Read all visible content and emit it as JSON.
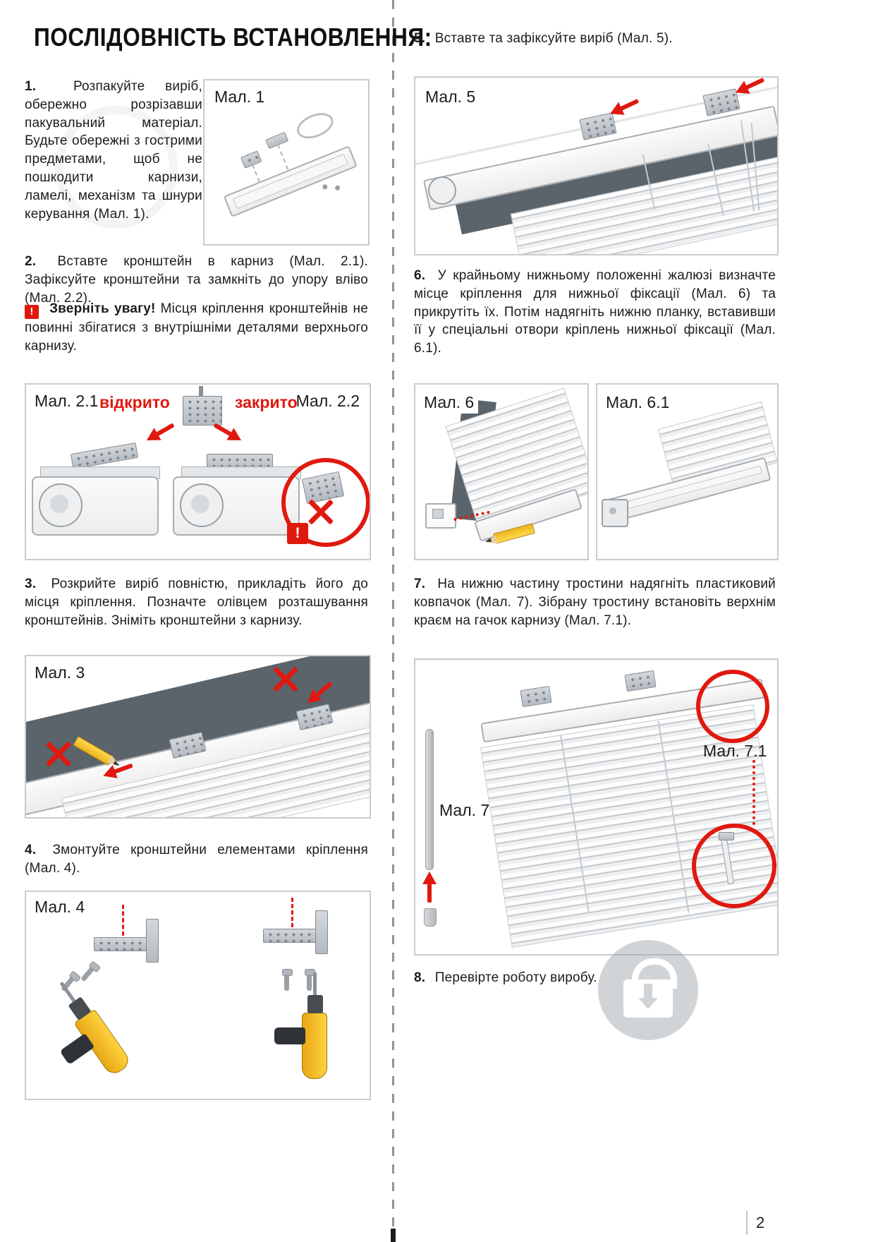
{
  "page": {
    "title": "ПОСЛІДОВНІСТЬ ВСТАНОВЛЕННЯ:",
    "number": "2"
  },
  "colors": {
    "accent_red": "#e0190f",
    "illustration_dark_gray": "#5b636b",
    "figure_border_gray": "#cbcbcb",
    "drill_yellow": "#f7c21d"
  },
  "symbols": {
    "exclamation": "!"
  },
  "left": {
    "step1": {
      "num": "1.",
      "text": "Розпакуйте виріб, обережно розрізавши пакувальний матеріал. Будьте обережні з гострими предметами, щоб не пошкодити карнизи, ламелі, механізм та шнури керування (Мал. 1)."
    },
    "fig1": {
      "label": "Мал. 1"
    },
    "step2": {
      "num": "2.",
      "text": "Вставте кронштейн в карниз (Мал. 2.1). Зафіксуйте кронштейни та замкніть до упору вліво (Мал. 2.2)."
    },
    "warning": {
      "title": "Зверніть увагу!",
      "text": "Місця кріплення кронштейнів не повинні збігатися з внутрішніми деталями верхнього карнизу."
    },
    "fig2": {
      "label_21": "Мал. 2.1",
      "open_label": "відкрито",
      "closed_label": "закрито",
      "label_22": "Мал. 2.2"
    },
    "step3": {
      "num": "3.",
      "text": "Розкрийте виріб повністю, прикладіть його до місця кріплення. Позначте олівцем розташування кронштейнів. Зніміть кронштейни з карнизу."
    },
    "fig3": {
      "label": "Мал. 3"
    },
    "step4": {
      "num": "4.",
      "text": "Змонтуйте кронштейни елементами кріплення (Мал. 4)."
    },
    "fig4": {
      "label": "Мал. 4"
    }
  },
  "right": {
    "step5": {
      "num": "5.",
      "text": "Вставте та зафіксуйте виріб (Мал. 5)."
    },
    "fig5": {
      "label": "Мал. 5"
    },
    "step6": {
      "num": "6.",
      "text": "У крайньому нижньому положенні жалюзі визначте місце кріплення для нижньої фіксації (Мал. 6) та прикрутіть їх. Потім надягніть нижню планку, вставивши її у спеціальні отвори кріплень нижньої фіксації (Мал. 6.1)."
    },
    "fig6": {
      "label": "Мал. 6"
    },
    "fig6_1": {
      "label": "Мал. 6.1"
    },
    "step7": {
      "num": "7.",
      "text": "На нижню частину тростини надягніть пластиковий ковпачок (Мал. 7). Зібрану тростину встановіть верхнім краєм на гачок карнизу (Мал. 7.1)."
    },
    "fig7": {
      "label": "Мал. 7",
      "label_71": "Мал. 7.1"
    },
    "step8": {
      "num": "8.",
      "text": "Перевірте роботу виробу."
    }
  }
}
